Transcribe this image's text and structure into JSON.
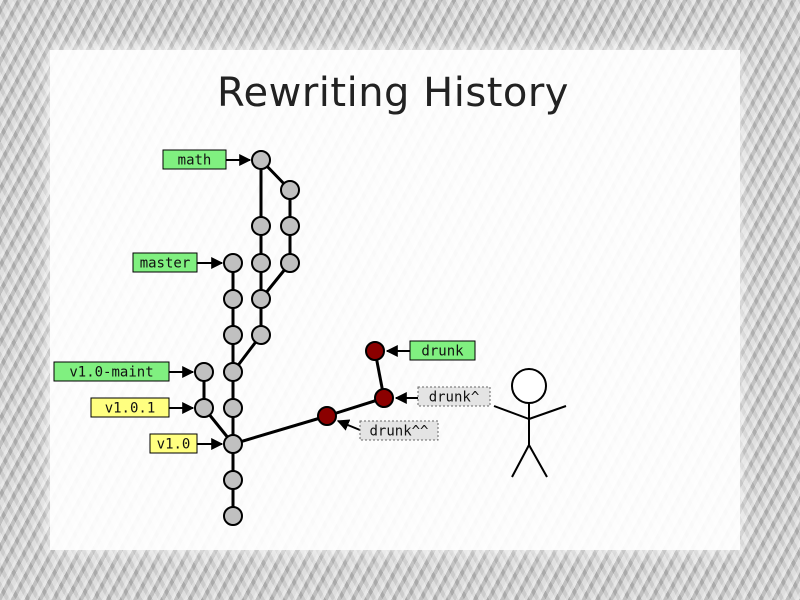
{
  "slide": {
    "title": "Rewriting History"
  },
  "refs": {
    "math": "math",
    "master": "master",
    "v1_0_maint": "v1.0-maint",
    "v1_0_1": "v1.0.1",
    "v1_0": "v1.0",
    "drunk": "drunk",
    "drunk_caret": "drunk^",
    "drunk_caret2": "drunk^^"
  },
  "colors": {
    "branch_label": "#80f080",
    "tag_label": "#ffff80",
    "detached_label": "#e4e4e4",
    "commit": "#c0c0c0",
    "rewritten_commit": "#8b0000"
  }
}
